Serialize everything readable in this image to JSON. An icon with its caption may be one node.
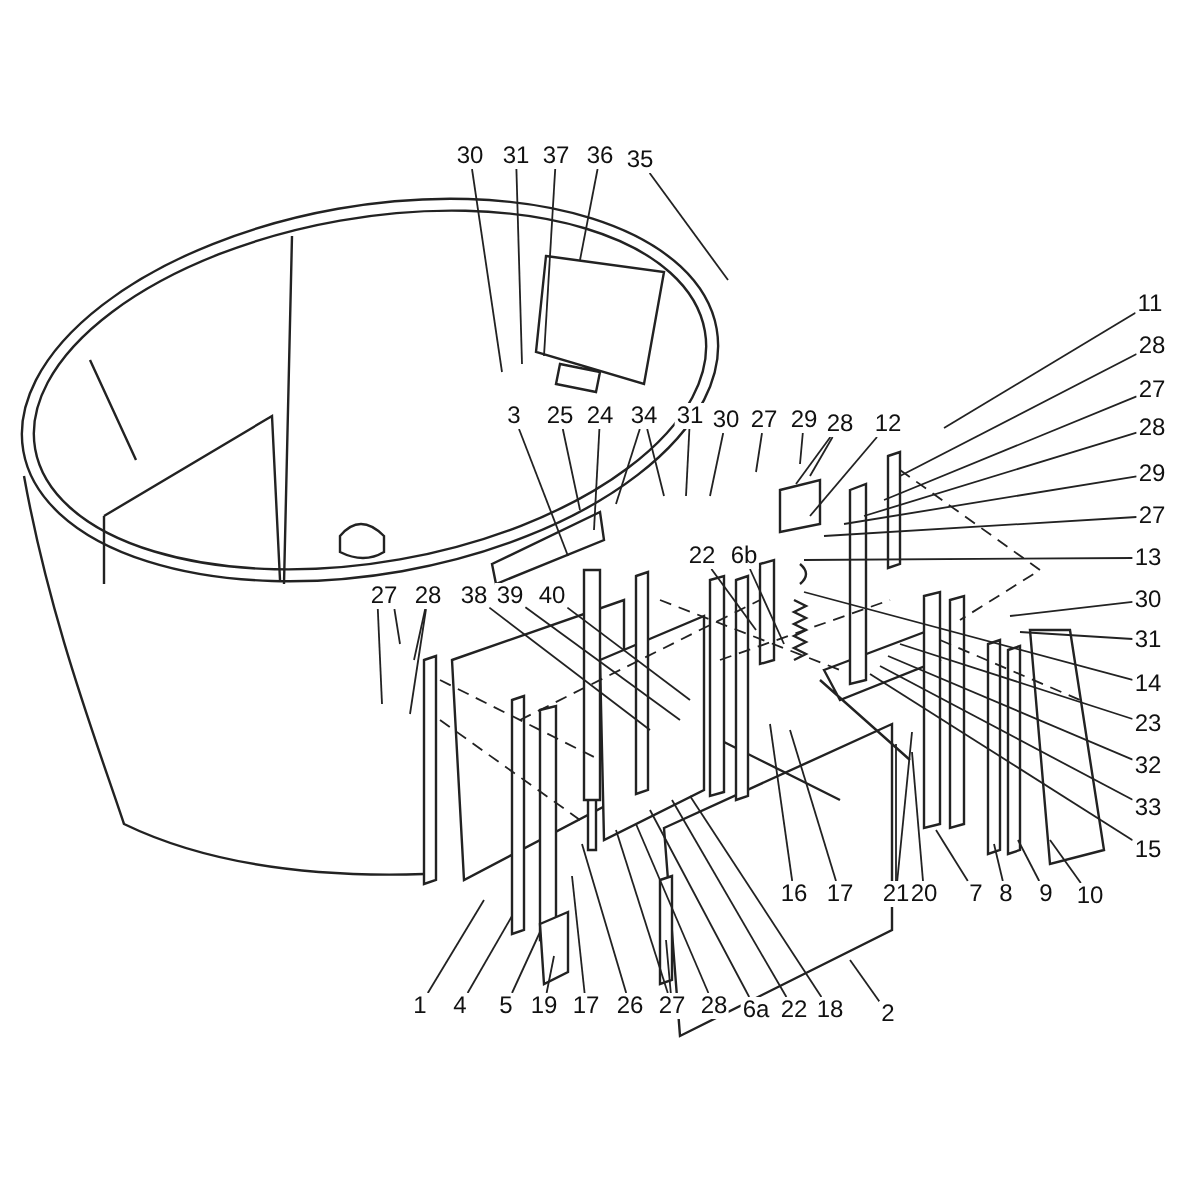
{
  "diagram": {
    "nodes": [
      {
        "text": [
          "30"
        ]
      },
      {
        "text": [
          "31"
        ]
      },
      {
        "text": [
          "37"
        ]
      },
      {
        "text": [
          "36"
        ]
      },
      {
        "text": [
          "35"
        ]
      },
      {
        "text": [
          "11"
        ]
      },
      {
        "text": [
          "28"
        ]
      },
      {
        "text": [
          "27"
        ]
      },
      {
        "text": [
          "3"
        ]
      },
      {
        "text": [
          "25"
        ]
      },
      {
        "text": [
          "24"
        ]
      },
      {
        "text": [
          "34"
        ]
      },
      {
        "text": [
          "31"
        ]
      },
      {
        "text": [
          "30"
        ]
      },
      {
        "text": [
          "27"
        ]
      },
      {
        "text": [
          "29"
        ]
      },
      {
        "text": [
          "28"
        ]
      },
      {
        "text": [
          "12"
        ]
      },
      {
        "text": [
          "28"
        ]
      },
      {
        "text": [
          "29"
        ]
      },
      {
        "text": [
          "27"
        ]
      },
      {
        "text": [
          "22"
        ]
      },
      {
        "text": [
          "6b"
        ]
      },
      {
        "text": [
          "13"
        ]
      },
      {
        "text": [
          "27"
        ]
      },
      {
        "text": [
          "28"
        ]
      },
      {
        "text": [
          "38"
        ]
      },
      {
        "text": [
          "39"
        ]
      },
      {
        "text": [
          "40"
        ]
      },
      {
        "text": [
          "30"
        ]
      },
      {
        "text": [
          "31"
        ]
      },
      {
        "text": [
          "14"
        ]
      },
      {
        "text": [
          "23"
        ]
      },
      {
        "text": [
          "32"
        ]
      },
      {
        "text": [
          "33"
        ]
      },
      {
        "text": [
          "15"
        ]
      },
      {
        "text": [
          "16"
        ]
      },
      {
        "text": [
          "17"
        ]
      },
      {
        "text": [
          "21"
        ]
      },
      {
        "text": [
          "20"
        ]
      },
      {
        "text": [
          "7"
        ]
      },
      {
        "text": [
          "8"
        ]
      },
      {
        "text": [
          "9"
        ]
      },
      {
        "text": [
          "10"
        ]
      },
      {
        "text": [
          "1"
        ]
      },
      {
        "text": [
          "4"
        ]
      },
      {
        "text": [
          "5"
        ]
      },
      {
        "text": [
          "19"
        ]
      },
      {
        "text": [
          "17"
        ]
      },
      {
        "text": [
          "26"
        ]
      },
      {
        "text": [
          "27"
        ]
      },
      {
        "text": [
          "28"
        ]
      },
      {
        "text": [
          "6a"
        ]
      },
      {
        "text": [
          "22"
        ]
      },
      {
        "text": [
          "18"
        ]
      },
      {
        "text": [
          "2"
        ]
      }
    ],
    "edges": [
      {
        "from": 0,
        "to": null,
        "arrow": "none"
      },
      {
        "from": 1,
        "to": null,
        "arrow": "none"
      },
      {
        "from": 2,
        "to": null,
        "arrow": "none"
      },
      {
        "from": 3,
        "to": null,
        "arrow": "none"
      },
      {
        "from": 4,
        "to": null,
        "arrow": "none"
      },
      {
        "from": 5,
        "to": null,
        "arrow": "none"
      },
      {
        "from": 6,
        "to": null,
        "arrow": "none"
      },
      {
        "from": 7,
        "to": null,
        "arrow": "none"
      },
      {
        "from": 8,
        "to": null,
        "arrow": "none"
      },
      {
        "from": 9,
        "to": null,
        "arrow": "none"
      },
      {
        "from": 10,
        "to": null,
        "arrow": "none"
      },
      {
        "from": 11,
        "to": null,
        "arrow": "none"
      },
      {
        "from": 11,
        "to": null,
        "arrow": "none"
      },
      {
        "from": 12,
        "to": null,
        "arrow": "none"
      },
      {
        "from": 13,
        "to": null,
        "arrow": "none"
      },
      {
        "from": 14,
        "to": null,
        "arrow": "none"
      },
      {
        "from": 15,
        "to": null,
        "arrow": "none"
      },
      {
        "from": 16,
        "to": null,
        "arrow": "none"
      },
      {
        "from": 16,
        "to": null,
        "arrow": "none"
      },
      {
        "from": 17,
        "to": null,
        "arrow": "none"
      },
      {
        "from": 18,
        "to": null,
        "arrow": "none"
      },
      {
        "from": 19,
        "to": null,
        "arrow": "none"
      },
      {
        "from": 20,
        "to": null,
        "arrow": "none"
      },
      {
        "from": 21,
        "to": null,
        "arrow": "none"
      },
      {
        "from": 22,
        "to": null,
        "arrow": "none"
      },
      {
        "from": 23,
        "to": null,
        "arrow": "none"
      },
      {
        "from": 24,
        "to": null,
        "arrow": "none"
      },
      {
        "from": 24,
        "to": null,
        "arrow": "none"
      },
      {
        "from": 25,
        "to": null,
        "arrow": "none"
      },
      {
        "from": 25,
        "to": null,
        "arrow": "none"
      },
      {
        "from": 26,
        "to": null,
        "arrow": "none"
      },
      {
        "from": 27,
        "to": null,
        "arrow": "none"
      },
      {
        "from": 28,
        "to": null,
        "arrow": "none"
      },
      {
        "from": 29,
        "to": null,
        "arrow": "none"
      },
      {
        "from": 30,
        "to": null,
        "arrow": "none"
      },
      {
        "from": 31,
        "to": null,
        "arrow": "none"
      },
      {
        "from": 32,
        "to": null,
        "arrow": "none"
      },
      {
        "from": 33,
        "to": null,
        "arrow": "none"
      },
      {
        "from": 34,
        "to": null,
        "arrow": "none"
      },
      {
        "from": 35,
        "to": null,
        "arrow": "none"
      },
      {
        "from": 36,
        "to": null,
        "arrow": "none"
      },
      {
        "from": 37,
        "to": null,
        "arrow": "none"
      },
      {
        "from": 38,
        "to": null,
        "arrow": "none"
      },
      {
        "from": 38,
        "to": null,
        "arrow": "none"
      },
      {
        "from": 39,
        "to": null,
        "arrow": "none"
      },
      {
        "from": 40,
        "to": null,
        "arrow": "none"
      },
      {
        "from": 41,
        "to": null,
        "arrow": "none"
      },
      {
        "from": 42,
        "to": null,
        "arrow": "none"
      },
      {
        "from": 43,
        "to": null,
        "arrow": "none"
      },
      {
        "from": 44,
        "to": null,
        "arrow": "none"
      },
      {
        "from": 45,
        "to": null,
        "arrow": "none"
      },
      {
        "from": 46,
        "to": null,
        "arrow": "none"
      },
      {
        "from": 47,
        "to": null,
        "arrow": "none"
      },
      {
        "from": 48,
        "to": null,
        "arrow": "none"
      },
      {
        "from": 49,
        "to": null,
        "arrow": "none"
      },
      {
        "from": 50,
        "to": null,
        "arrow": "none"
      },
      {
        "from": 50,
        "to": null,
        "arrow": "none"
      },
      {
        "from": 51,
        "to": null,
        "arrow": "none"
      },
      {
        "from": 52,
        "to": null,
        "arrow": "none"
      },
      {
        "from": 53,
        "to": null,
        "arrow": "none"
      },
      {
        "from": 54,
        "to": null,
        "arrow": "none"
      },
      {
        "from": 55,
        "to": null,
        "arrow": "none"
      }
    ]
  }
}
